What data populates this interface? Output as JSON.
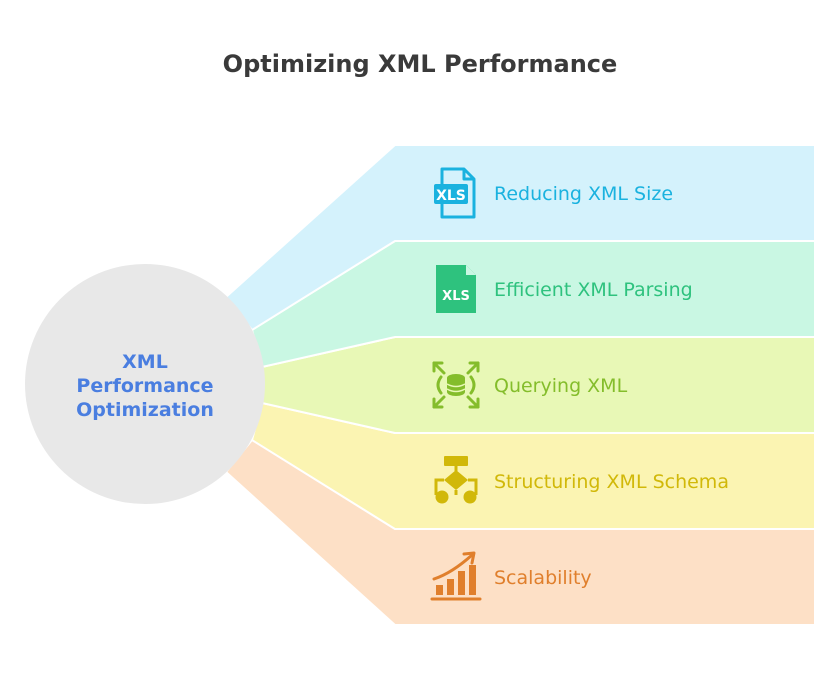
{
  "title": "Optimizing XML Performance",
  "center": {
    "lines": [
      "XML",
      "Performance",
      "Optimization"
    ],
    "fill": "#e8e8e8",
    "text_color": "#4a7ee0"
  },
  "items": [
    {
      "label": "Reducing XML Size",
      "icon": "xls-file-icon",
      "fill": "#d4f2fc",
      "color": "#1ab2df"
    },
    {
      "label": "Efficient XML Parsing",
      "icon": "xls-sheet-icon",
      "fill": "#c9f7e3",
      "color": "#2ec27e"
    },
    {
      "label": "Querying XML",
      "icon": "database-expand-icon",
      "fill": "#e8f8b6",
      "color": "#84bd2b"
    },
    {
      "label": "Structuring XML Schema",
      "icon": "hierarchy-icon",
      "fill": "#fbf4b2",
      "color": "#d1b809"
    },
    {
      "label": "Scalability",
      "icon": "growth-chart-icon",
      "fill": "#fde0c6",
      "color": "#e07f2c"
    }
  ]
}
